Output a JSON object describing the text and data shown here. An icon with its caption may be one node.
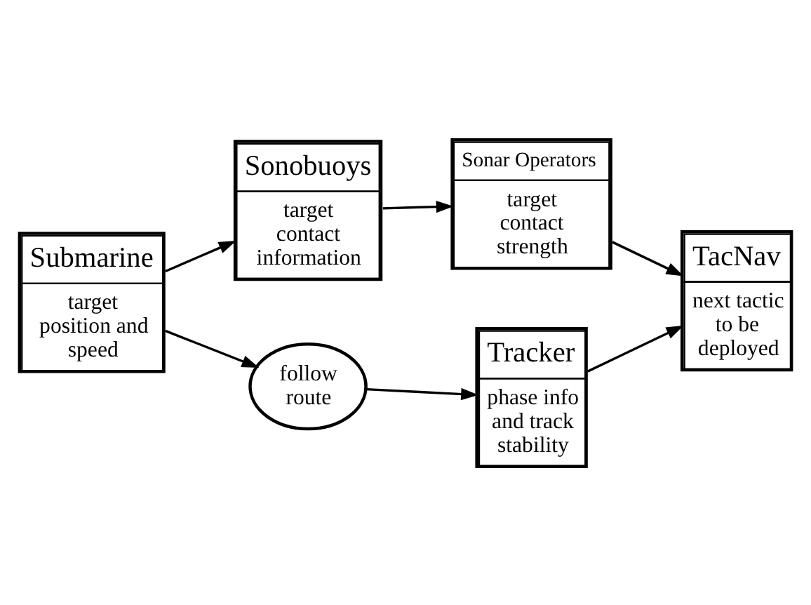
{
  "diagram": {
    "nodes": [
      {
        "text": [
          "Sonobuoys",
          "target contact information"
        ]
      },
      {
        "text": [
          "Sonar Operators",
          "target contact strength"
        ]
      },
      {
        "text": [
          "Submarine",
          "target position and speed"
        ]
      },
      {
        "text": [
          "TacNav",
          "next tactic to be deployed"
        ]
      },
      {
        "text": [
          "follow route"
        ]
      },
      {
        "text": [
          "Tracker",
          "phase info and track stability"
        ]
      }
    ],
    "edges": [
      {
        "from": 2,
        "to": 0,
        "arrow": "to"
      },
      {
        "from": 0,
        "to": 1,
        "arrow": "to"
      },
      {
        "from": 1,
        "to": 3,
        "arrow": "to"
      },
      {
        "from": 2,
        "to": 4,
        "arrow": "to"
      },
      {
        "from": 4,
        "to": 5,
        "arrow": "to"
      },
      {
        "from": 5,
        "to": 3,
        "arrow": "to"
      }
    ]
  }
}
